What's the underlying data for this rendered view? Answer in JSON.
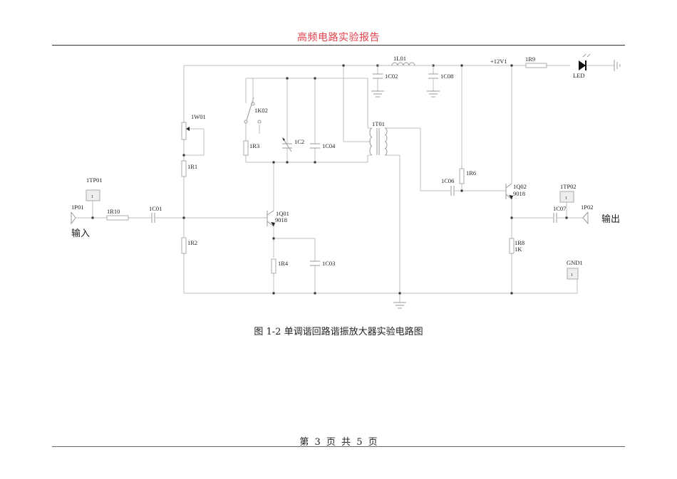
{
  "header": {
    "title": "高频电路实验报告",
    "title_color": "#e0404a"
  },
  "figure": {
    "caption": "图 1-2 单调谐回路谐振放大器实验电路图"
  },
  "footer": {
    "page_text": "第 3 页 共 5 页"
  },
  "schematic": {
    "io_labels": {
      "input": "输入",
      "output": "输出"
    },
    "ports": {
      "input_port": "1P01",
      "output_port": "1P02"
    },
    "test_points": {
      "tp_in": "1TP01",
      "tp_out": "1TP02",
      "gnd": "GND1",
      "tp_glyph": "1"
    },
    "components": {
      "r10": "1R10",
      "c01": "1C01",
      "w01": "1W01",
      "r1": "1R1",
      "r2": "1R2",
      "k02": "1K02",
      "r3": "1R3",
      "c2": "1C2",
      "c04": "1C04",
      "q01": "1Q01",
      "q01_type": "9018",
      "r4": "1R4",
      "c03": "1C03",
      "l01": "1L01",
      "c02": "1C02",
      "c08": "1C08",
      "t01": "1T01",
      "supply": "+12V1",
      "r9": "1R9",
      "led": "LED",
      "c06": "1C06",
      "r6": "1R6",
      "q02": "1Q02",
      "q02_type": "9018",
      "c07": "1C07",
      "r8": "1R8",
      "r8_value": "1K"
    }
  }
}
